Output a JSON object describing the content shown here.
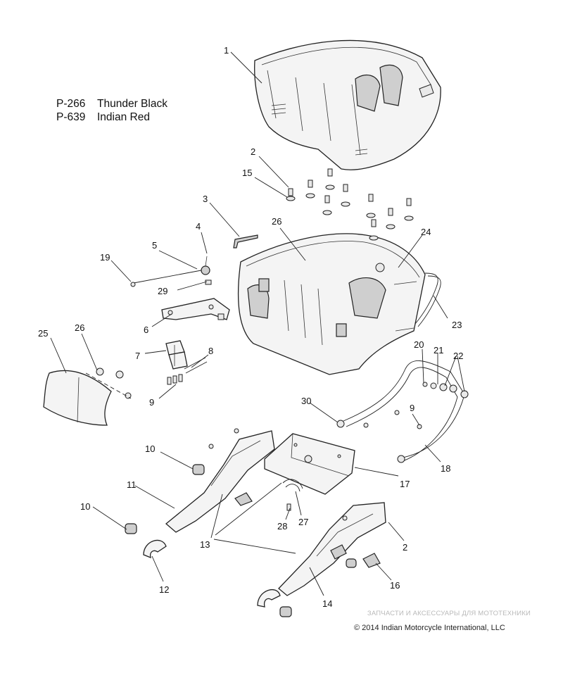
{
  "paint_codes": [
    {
      "code": "P-266",
      "color": "Thunder Black"
    },
    {
      "code": "P-639",
      "color": "Indian Red"
    }
  ],
  "callouts": {
    "c1": "1",
    "c2a": "2",
    "c2b": "2",
    "c3": "3",
    "c4": "4",
    "c5": "5",
    "c6": "6",
    "c7": "7",
    "c8": "8",
    "c9a": "9",
    "c9b": "9",
    "c10a": "10",
    "c10b": "10",
    "c11": "11",
    "c12": "12",
    "c13": "13",
    "c14": "14",
    "c15": "15",
    "c16": "16",
    "c17": "17",
    "c18": "18",
    "c19": "19",
    "c20": "20",
    "c21": "21",
    "c22": "22",
    "c23": "23",
    "c24": "24",
    "c25": "25",
    "c26a": "26",
    "c26b": "26",
    "c27": "27",
    "c28": "28",
    "c29": "29",
    "c30": "30"
  },
  "watermark": "ЗАПЧАСТИ И АКСЕССУАРЫ ДЛЯ МОТОТЕХНИКИ",
  "copyright": "© 2014 Indian Motorcycle International, LLC"
}
